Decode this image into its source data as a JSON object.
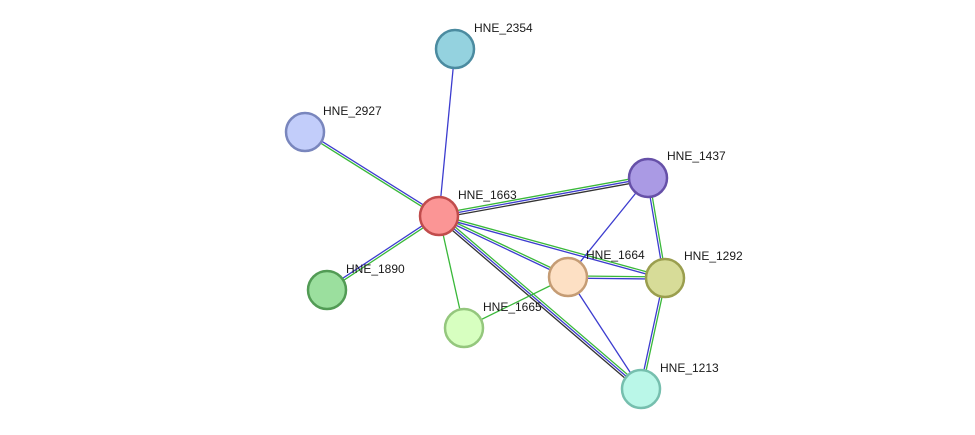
{
  "network": {
    "nodes": [
      {
        "id": "HNE_2354",
        "label": "HNE_2354",
        "fill": "#94d2df",
        "stroke": "#4b8ba0"
      },
      {
        "id": "HNE_2927",
        "label": "HNE_2927",
        "fill": "#c2cdfa",
        "stroke": "#7986bd"
      },
      {
        "id": "HNE_1663",
        "label": "HNE_1663",
        "fill": "#fb9595",
        "stroke": "#c14c4c"
      },
      {
        "id": "HNE_1437",
        "label": "HNE_1437",
        "fill": "#aa9ae4",
        "stroke": "#6650a8"
      },
      {
        "id": "HNE_1664",
        "label": "HNE_1664",
        "fill": "#fde0c4",
        "stroke": "#c59c74"
      },
      {
        "id": "HNE_1292",
        "label": "HNE_1292",
        "fill": "#d7dc98",
        "stroke": "#9a9e4e"
      },
      {
        "id": "HNE_1890",
        "label": "HNE_1890",
        "fill": "#9bdf9e",
        "stroke": "#529b55"
      },
      {
        "id": "HNE_1665",
        "label": "HNE_1665",
        "fill": "#d7ffc0",
        "stroke": "#94c77d"
      },
      {
        "id": "HNE_1213",
        "label": "HNE_1213",
        "fill": "#baf7e8",
        "stroke": "#76bfae"
      }
    ],
    "edges": [
      {
        "source": "HNE_1663",
        "target": "HNE_2354",
        "colors": [
          "#3c3ccf"
        ]
      },
      {
        "source": "HNE_1663",
        "target": "HNE_2927",
        "colors": [
          "#39b839",
          "#3c3ccf"
        ]
      },
      {
        "source": "HNE_1663",
        "target": "HNE_1890",
        "colors": [
          "#39b839",
          "#3c3ccf"
        ]
      },
      {
        "source": "HNE_1663",
        "target": "HNE_1437",
        "colors": [
          "#39b839",
          "#3c3ccf",
          "#333333"
        ]
      },
      {
        "source": "HNE_1663",
        "target": "HNE_1664",
        "colors": [
          "#39b839",
          "#3c3ccf"
        ]
      },
      {
        "source": "HNE_1663",
        "target": "HNE_1292",
        "colors": [
          "#39b839",
          "#3c3ccf"
        ]
      },
      {
        "source": "HNE_1663",
        "target": "HNE_1665",
        "colors": [
          "#39b839"
        ]
      },
      {
        "source": "HNE_1663",
        "target": "HNE_1213",
        "colors": [
          "#39b839",
          "#3c3ccf",
          "#333333"
        ]
      },
      {
        "source": "HNE_1437",
        "target": "HNE_1664",
        "colors": [
          "#3c3ccf"
        ]
      },
      {
        "source": "HNE_1437",
        "target": "HNE_1292",
        "colors": [
          "#39b839",
          "#3c3ccf"
        ]
      },
      {
        "source": "HNE_1664",
        "target": "HNE_1292",
        "colors": [
          "#39b839",
          "#3c3ccf"
        ]
      },
      {
        "source": "HNE_1664",
        "target": "HNE_1665",
        "colors": [
          "#39b839"
        ]
      },
      {
        "source": "HNE_1664",
        "target": "HNE_1213",
        "colors": [
          "#3c3ccf"
        ]
      },
      {
        "source": "HNE_1292",
        "target": "HNE_1213",
        "colors": [
          "#39b839",
          "#3c3ccf"
        ]
      }
    ]
  }
}
